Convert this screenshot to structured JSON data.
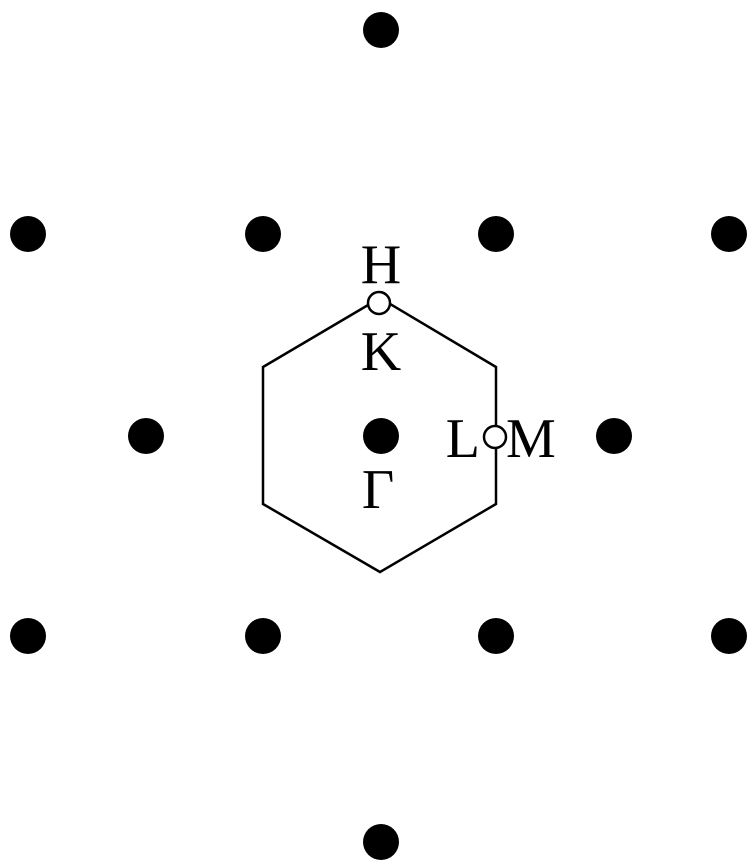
{
  "labels": {
    "H": "H",
    "K": "K",
    "L": "L",
    "M": "M",
    "Gamma": "Γ"
  },
  "colors": {
    "dot": "#000000",
    "line": "#000000",
    "open_fill": "#ffffff"
  }
}
